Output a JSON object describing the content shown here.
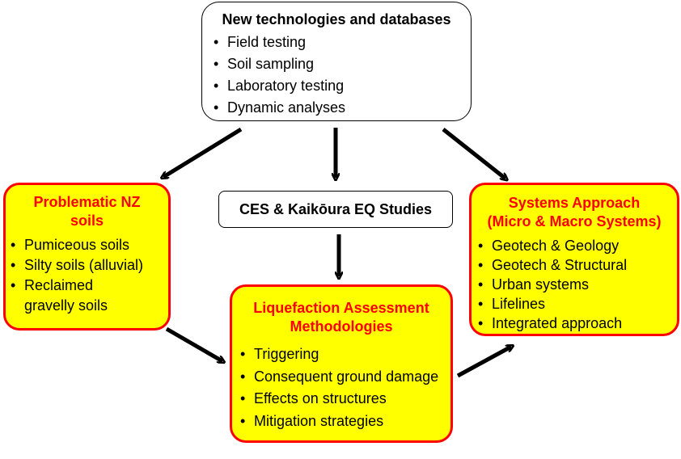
{
  "top_box": {
    "title": "New technologies and databases",
    "items": [
      "Field testing",
      "Soil sampling",
      "Laboratory testing",
      "Dynamic analyses"
    ]
  },
  "middle_box": {
    "title": "CES & Kaikōura EQ Studies"
  },
  "left_box": {
    "title_line1": "Problematic NZ",
    "title_line2": "soils",
    "items": [
      "Pumiceous soils",
      "Silty soils (alluvial)",
      "Reclaimed gravelly soils"
    ]
  },
  "right_box": {
    "title_line1": "Systems Approach",
    "title_line2": "(Micro & Macro Systems)",
    "items": [
      "Geotech & Geology",
      "Geotech & Structural",
      "Urban systems",
      "Lifelines",
      "Integrated approach"
    ]
  },
  "center_box": {
    "title_line1": "Liquefaction Assessment",
    "title_line2": "Methodologies",
    "items": [
      "Triggering",
      "Consequent ground damage",
      "Effects on structures",
      "Mitigation strategies"
    ]
  },
  "colors": {
    "box_fill": "#ffff00",
    "box_border": "#ff0000",
    "title_text": "#ff0000",
    "arrow": "#000000"
  }
}
